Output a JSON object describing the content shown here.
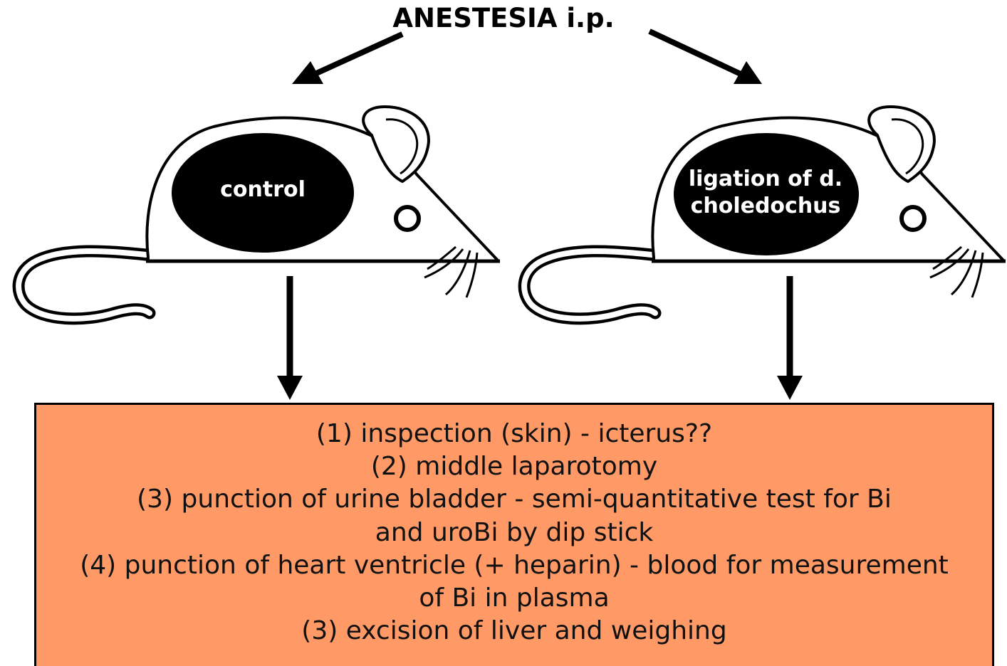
{
  "title": "ANESTESIA i.p.",
  "groups": [
    {
      "label_lines": [
        "control"
      ]
    },
    {
      "label_lines": [
        "ligation of d.",
        "choledochus"
      ]
    }
  ],
  "procedures": {
    "lines": [
      "(1) inspection (skin) - icterus??",
      "(2) middle laparotomy",
      "(3) punction of urine bladder - semi-quantitative test for Bi",
      "and uroBi by dip stick",
      "(4) punction of heart ventricle (+ heparin) - blood for measurement",
      "of Bi in plasma",
      "(3) excision of liver and weighing"
    ]
  },
  "colors": {
    "procedure_box": "#FF9966",
    "body_oval": "#000000",
    "outline": "#000000"
  },
  "icons": [
    "mouse-icon",
    "arrow-icon"
  ]
}
